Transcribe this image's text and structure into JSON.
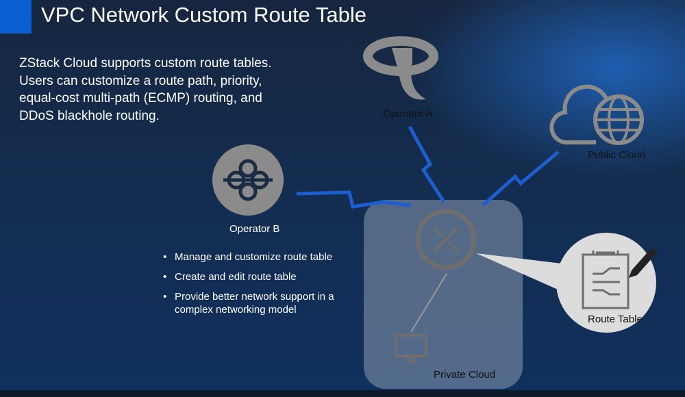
{
  "title": "VPC Network Custom Route Table",
  "intro": "ZStack Cloud supports custom route tables. Users can customize a route path, priority, equal-cost multi-path (ECMP) routing, and DDoS blackhole routing.",
  "nodes": {
    "operator_a": "Operator A",
    "operator_b": "Operator B",
    "public_cloud": "Public Cloud",
    "private_cloud": "Private Cloud",
    "route_table": "Route Table"
  },
  "bullets": [
    "Manage and customize route table",
    "Create and edit route table",
    "Provide better network support in a complex networking model"
  ],
  "colors": {
    "accent": "#0a5fd1",
    "link": "#1e5fd0"
  }
}
